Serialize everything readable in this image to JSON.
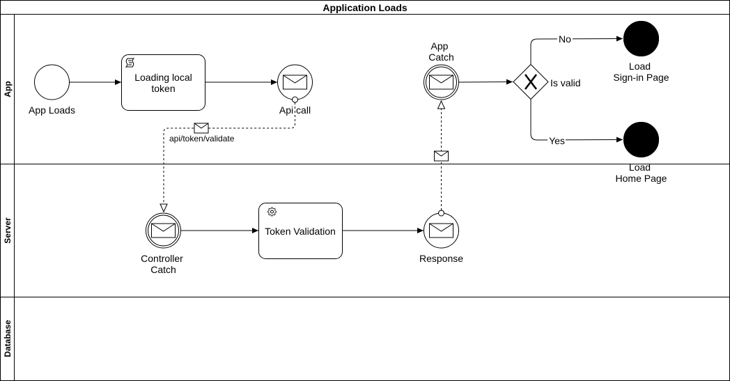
{
  "pool": {
    "title": "Application Loads"
  },
  "lanes": [
    {
      "label": "App"
    },
    {
      "label": "Server"
    },
    {
      "label": "Database"
    }
  ],
  "nodes": {
    "app_loads": "App Loads",
    "loading_local_token": [
      "Loading local",
      "token"
    ],
    "api_call": "Api call",
    "app_catch": [
      "App",
      "Catch"
    ],
    "is_valid": "Is valid",
    "load_signin": [
      "Load",
      "Sign-in Page"
    ],
    "load_home": [
      "Load",
      "Home Page"
    ],
    "controller_catch": [
      "Controller",
      "Catch"
    ],
    "token_validation": "Token Validation",
    "response": "Response"
  },
  "edges": {
    "no_label": "No",
    "yes_label": "Yes",
    "message_label": "api/token/validate"
  },
  "icons": {
    "start": "start-event-icon",
    "end": "end-event-icon",
    "message": "envelope-icon",
    "script": "script-task-icon",
    "service": "gear-icon",
    "gateway": "exclusive-gateway-icon"
  }
}
